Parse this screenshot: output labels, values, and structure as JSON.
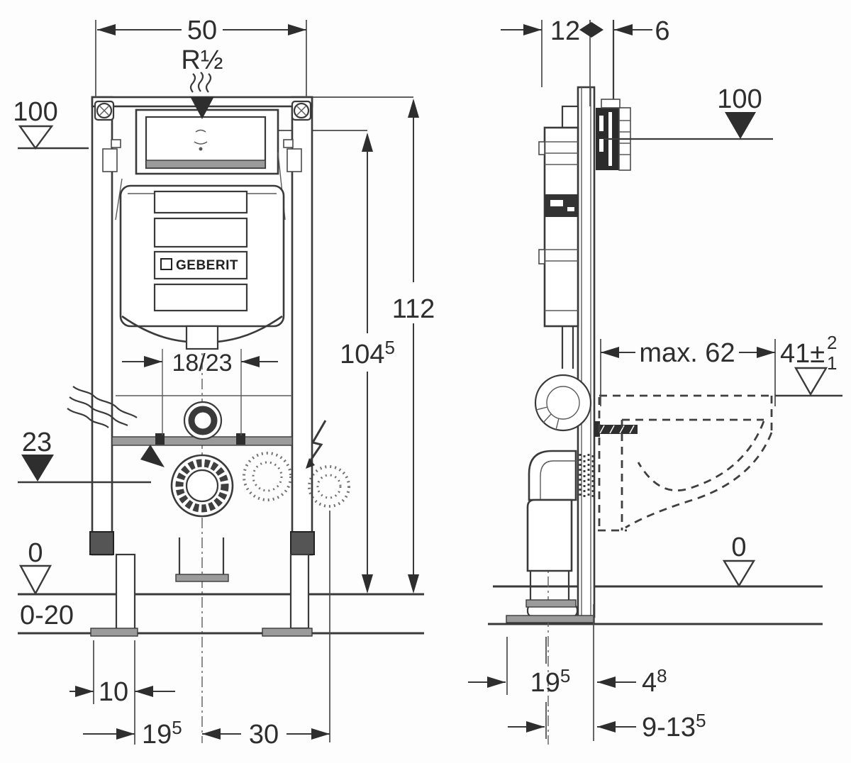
{
  "drawing_type": "installation-frame-technical-drawing",
  "colors": {
    "line": "#3a3a3a",
    "line_light": "#5a5a5a",
    "fill_dark": "#2e2e2e",
    "fill_gray": "#9b9b9b",
    "background": "#ffffff"
  },
  "brand": {
    "logo_text": "GEBERIT"
  },
  "front_view": {
    "frame_width": "50",
    "water_inlet": "R½",
    "inlet_height": "100",
    "total_height": "112",
    "height_104": {
      "v": "104",
      "sup": "5"
    },
    "flush_offset": "18/23",
    "outlet_height": "23",
    "floor_level": "0",
    "floor_range": "0-20",
    "dim_10": "10",
    "dim_19": {
      "v": "19",
      "sup": "5"
    },
    "dim_30": "30"
  },
  "side_view": {
    "frame_depth": "12",
    "wall_gap": "6",
    "rail_height": "100",
    "max_depth": "max. 62",
    "bowl_height": {
      "v": "41±",
      "tol_plus": "2",
      "tol_minus": "1"
    },
    "floor_level": "0",
    "dim_19": {
      "v": "19",
      "sup": "5"
    },
    "dim_4": {
      "v": "4",
      "sup": "8"
    },
    "dim_9_13": {
      "v": "9-13",
      "sup": "5"
    }
  }
}
